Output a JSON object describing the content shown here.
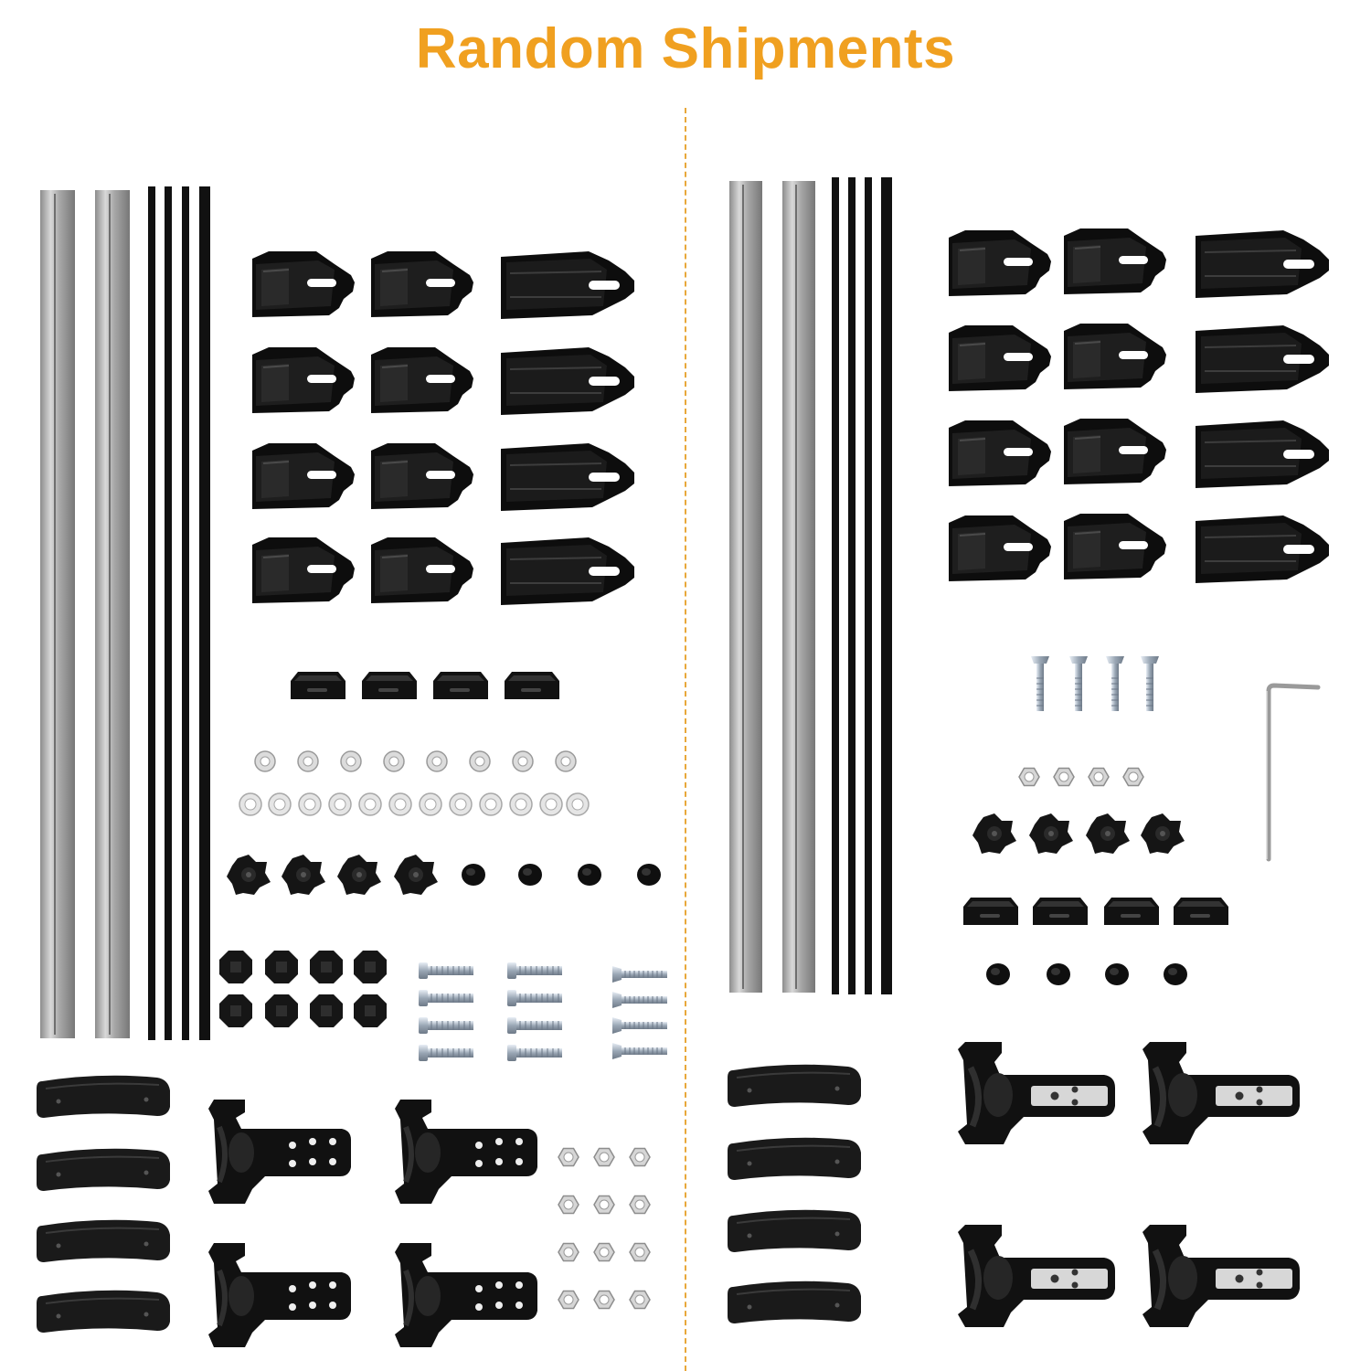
{
  "header": {
    "title": "Random Shipments"
  },
  "colors": {
    "title": "#f0a020",
    "divider": "#e8a83a",
    "metal": "#b8b8b8",
    "part": "#111111"
  },
  "kits": [
    {
      "id": "left-kit",
      "contents": [
        "aluminium-rails",
        "black-rods",
        "foot-brackets",
        "rubber-blocks",
        "washers",
        "star-knobs",
        "end-caps",
        "t-nuts",
        "t-bolts",
        "screws",
        "rubber-pads",
        "mounting-brackets",
        "hex-nuts"
      ]
    },
    {
      "id": "right-kit",
      "contents": [
        "aluminium-rails",
        "black-rods",
        "foot-brackets",
        "carriage-bolts",
        "allen-key",
        "hex-nuts",
        "star-knobs",
        "rubber-blocks",
        "end-caps",
        "rubber-pads",
        "mounting-brackets"
      ]
    }
  ]
}
